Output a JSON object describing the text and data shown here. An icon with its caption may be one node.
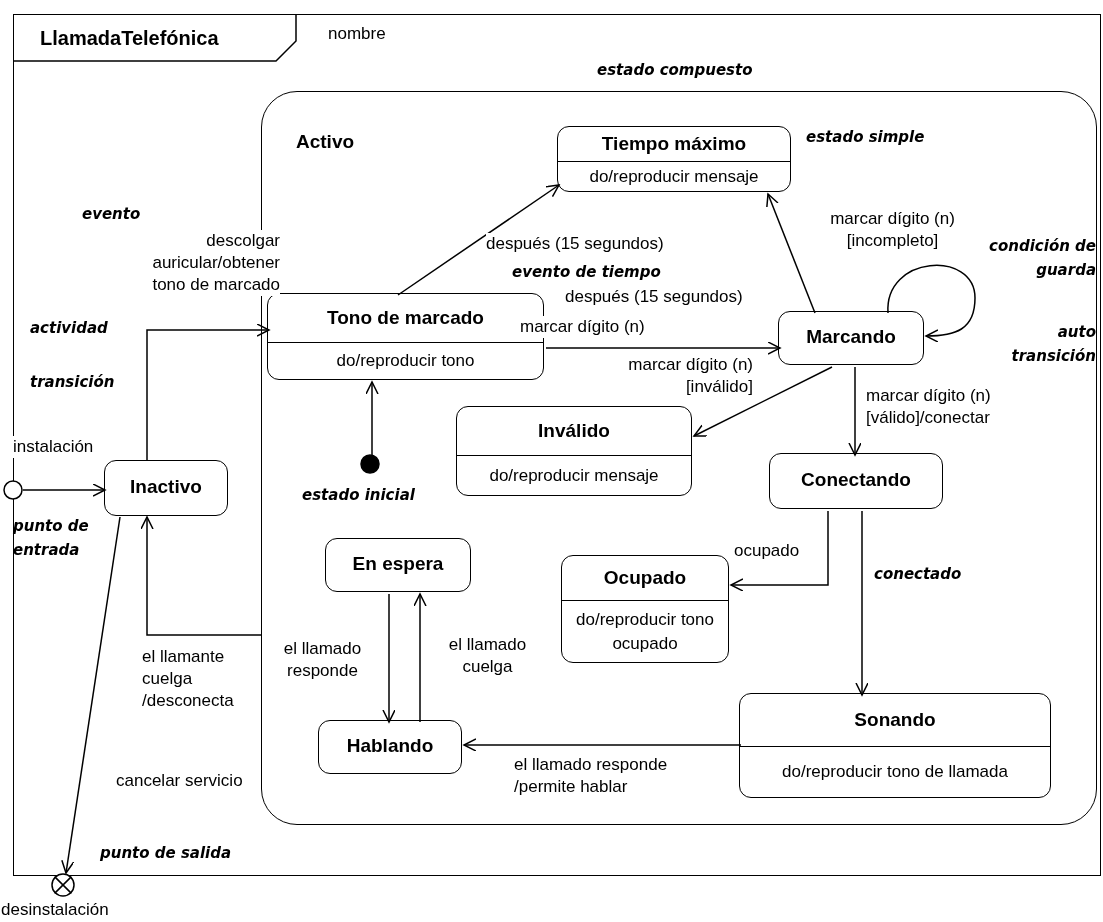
{
  "diagram": {
    "nodes": [
      {
        "text": [
          "LlamadaTelefónica"
        ]
      },
      {
        "text": [
          "Activo"
        ],
        "in": 0
      },
      {
        "text": [
          "Tiempo máximo",
          "do/reproducir mensaje"
        ],
        "in": 1
      },
      {
        "text": [
          "Tono de marcado",
          "do/reproducir tono"
        ],
        "in": 1
      },
      {
        "text": [
          "Marcando"
        ],
        "in": 1
      },
      {
        "text": [
          "Inválido",
          "do/reproducir mensaje"
        ],
        "in": 1
      },
      {
        "text": [],
        "shape": "circle",
        "in": 1
      },
      {
        "text": [
          "Conectando"
        ],
        "in": 1
      },
      {
        "text": [
          "En espera"
        ],
        "in": 1
      },
      {
        "text": [
          "Ocupado",
          "do/reproducir tono ocupado"
        ],
        "in": 1
      },
      {
        "text": [
          "Sonando",
          "do/reproducir tono de llamada"
        ],
        "in": 1
      },
      {
        "text": [
          "Hablando"
        ],
        "in": 1
      },
      {
        "text": [
          "Inactivo"
        ],
        "in": 0
      },
      {
        "text": [],
        "shape": "circle"
      },
      {
        "text": [],
        "shape": "circle",
        "beside": [
          "desinstalación"
        ]
      }
    ],
    "edges": [
      {
        "from": 13,
        "to": 12,
        "arrow": "to",
        "label": "instalación"
      },
      {
        "from": 12,
        "to": 3,
        "arrow": "to",
        "label": "descolgar auricular/obtener tono de marcado"
      },
      {
        "from": 1,
        "to": 12,
        "arrow": "to",
        "label": "el llamante cuelga /desconecta"
      },
      {
        "from": 12,
        "to": 14,
        "arrow": "to",
        "label": "cancelar servicio"
      },
      {
        "from": 6,
        "to": 3,
        "arrow": "to"
      },
      {
        "from": 3,
        "to": 2,
        "arrow": "to",
        "label": "después (15 segundos)"
      },
      {
        "from": 3,
        "to": 4,
        "arrow": "to",
        "label": "marcar dígito (n)"
      },
      {
        "from": 4,
        "to": 2,
        "arrow": "to",
        "label": "después (15 segundos)"
      },
      {
        "from": 4,
        "to": 4,
        "arrow": "to",
        "label": "marcar dígito (n) [incompleto]"
      },
      {
        "from": 4,
        "to": 5,
        "arrow": "to",
        "label": "marcar dígito (n) [inválido]"
      },
      {
        "from": 4,
        "to": 7,
        "arrow": "to",
        "label": "marcar dígito (n) [válido]/conectar"
      },
      {
        "from": 7,
        "to": 9,
        "arrow": "to",
        "label": "ocupado"
      },
      {
        "from": 7,
        "to": 10,
        "arrow": "to",
        "label": "conectado"
      },
      {
        "from": 10,
        "to": 11,
        "arrow": "to",
        "label": "el llamado responde /permite hablar"
      },
      {
        "from": 8,
        "to": 11,
        "arrow": "to",
        "label": "el llamado responde"
      },
      {
        "from": 11,
        "to": 8,
        "arrow": "to",
        "label": "el llamado cuelga"
      }
    ],
    "labels": [
      "nombre",
      "estado compuesto",
      "estado simple",
      "evento",
      "actividad",
      "transición",
      "evento de tiempo",
      "condición de guarda",
      "auto transición",
      "estado inicial",
      "punto de entrada",
      "punto de salida"
    ]
  }
}
